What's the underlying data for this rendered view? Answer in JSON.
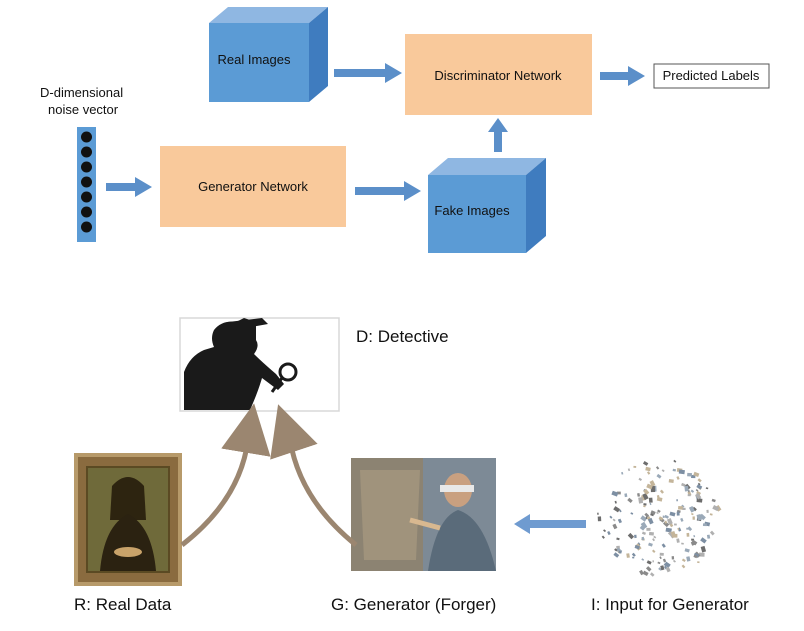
{
  "top_diagram": {
    "noise_label_line1": "D-dimensional",
    "noise_label_line2": "noise vector",
    "generator": "Generator Network",
    "real_images": "Real Images",
    "fake_images": "Fake Images",
    "discriminator": "Discriminator Network",
    "predicted": "Predicted Labels"
  },
  "bottom_diagram": {
    "detective": "D: Detective",
    "real_data": "R: Real Data",
    "generator": "G: Generator (Forger)",
    "input": "I: Input for Generator"
  },
  "colors": {
    "box_blue": "#5b9bd5",
    "box_orange": "#f9c99b",
    "arrow_blue": "#5b8fc9",
    "arrow_brown": "#9b8670"
  }
}
